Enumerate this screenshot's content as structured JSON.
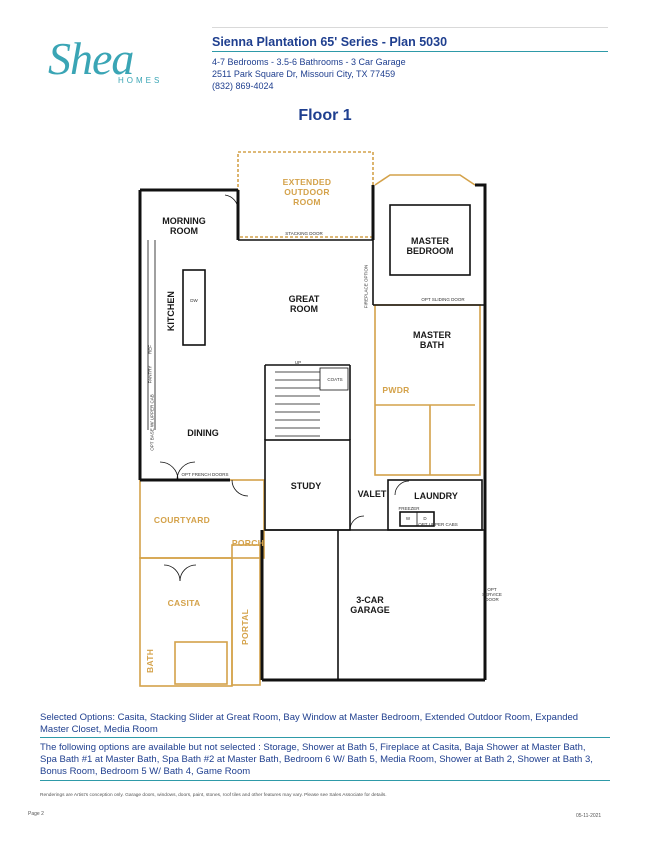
{
  "brand": {
    "logo_text": "Shea",
    "logo_sub": "HOMES"
  },
  "header": {
    "title": "Sienna Plantation 65' Series - Plan 5030",
    "specs": "4-7 Bedrooms - 3.5-6 Bathrooms - 3 Car Garage",
    "address": "2511 Park Square Dr, Missouri City, TX 77459",
    "phone": "(832) 869-4024"
  },
  "floor_title": "Floor 1",
  "rooms": {
    "extended_outdoor_room": "EXTENDED\nOUTDOOR\nROOM",
    "morning_room": "MORNING\nROOM",
    "master_bedroom": "MASTER\nBEDROOM",
    "great_room": "GREAT\nROOM",
    "kitchen": "KITCHEN",
    "master_bath": "MASTER\nBATH",
    "pwdr": "PWDR",
    "dining": "DINING",
    "study": "STUDY",
    "valet": "VALET",
    "laundry": "LAUNDRY",
    "courtyard": "COURTYARD",
    "porch": "PORCH",
    "casita": "CASITA",
    "garage": "3-CAR\nGARAGE",
    "portal": "PORTAL",
    "bath": "BATH"
  },
  "plan_notes": {
    "stacking_door": "STACKING DOOR",
    "fireplace_option": "FIREPLACE OPTION",
    "opt_sliding_door": "OPT SLIDING DOOR",
    "opt_french_doors": "OPT FRENCH DOORS",
    "opt_base_upper_cab": "OPT BASE W/ UPPER CAB",
    "opt_service_door": "OPT SERVICE DOOR",
    "opt_upper_cabs": "OPT UPPER CABS",
    "pantry": "PANTRY",
    "coats": "COATS",
    "up": "UP",
    "dw": "DW",
    "ref": "REF",
    "freezer": "FREEZER",
    "w": "W",
    "d": "D"
  },
  "selected_options": "Selected Options: Casita, Stacking Slider at Great Room, Bay Window at Master Bedroom, Extended Outdoor Room, Expanded Master Closet, Media Room",
  "available_options": "The following options are available but not selected : Storage, Shower at Bath 5, Fireplace at Casita, Baja Shower at Master Bath, Spa Bath #1 at Master Bath, Spa Bath #2 at Master Bath, Bedroom 6 W/ Bath 5, Media Room, Shower at Bath 2, Shower at Bath 3, Bonus Room, Bedroom 5 W/ Bath 4, Game Room",
  "disclaimer": "Renderings are Artist's conception only. Garage doors, windows, doors, paint, stones, roof tiles and other features may vary. Please see Sales Associate for details.",
  "footer": {
    "page": "Page 2",
    "date": "05-11-2021"
  },
  "colors": {
    "brand": "#3aa5b5",
    "header_text": "#1f3f8f",
    "option_accent": "#d4a24a",
    "wall": "#111111"
  }
}
